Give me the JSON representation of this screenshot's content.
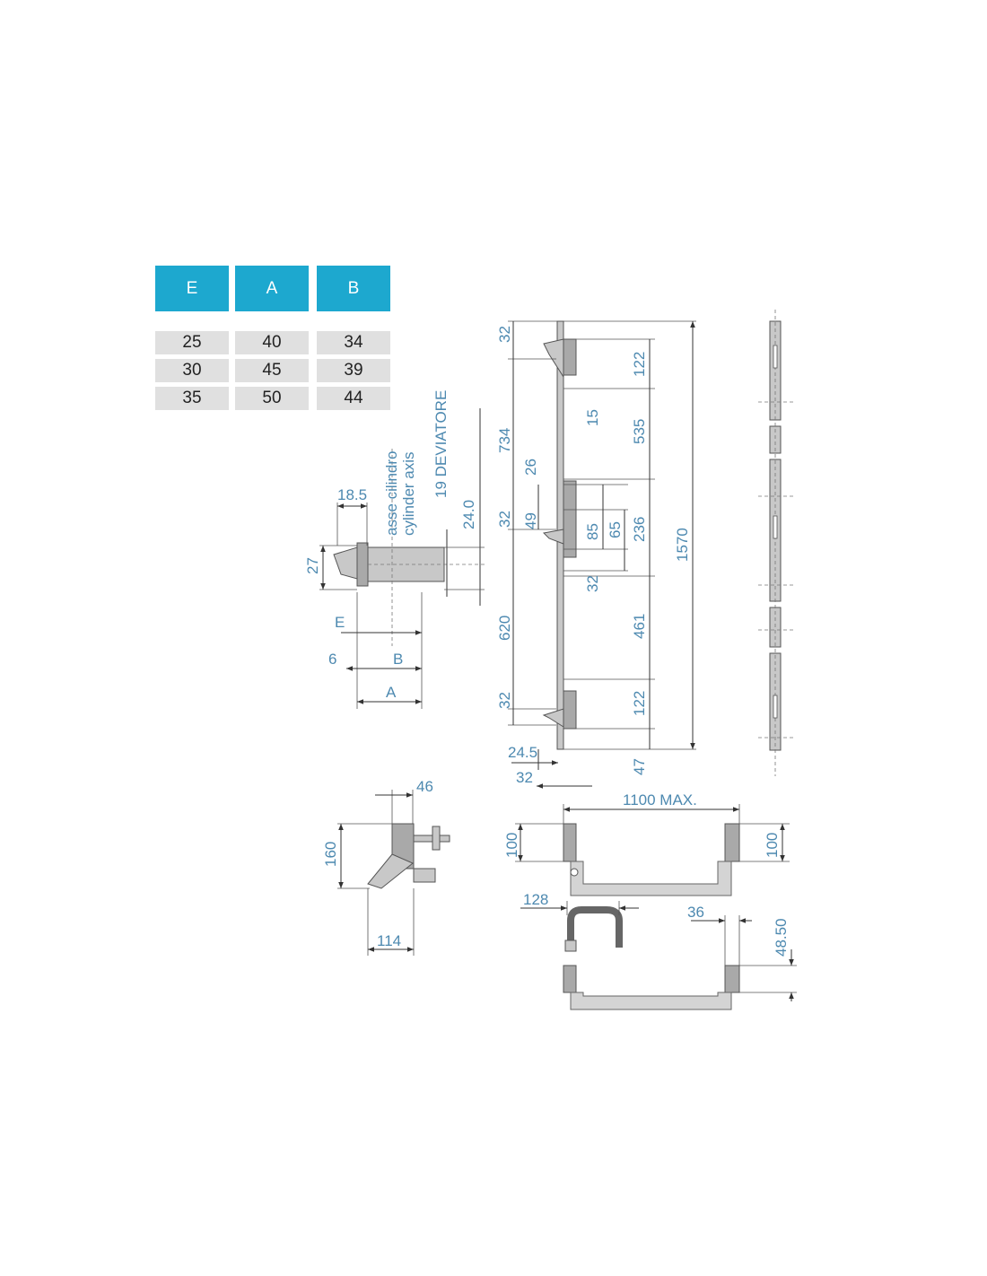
{
  "table": {
    "headers": [
      "E",
      "A",
      "B"
    ],
    "rows": [
      [
        "25",
        "40",
        "34"
      ],
      [
        "30",
        "45",
        "39"
      ],
      [
        "35",
        "50",
        "44"
      ]
    ],
    "header_color": "#1da8cf",
    "row_color": "#e0e0e0"
  },
  "lock_detail": {
    "d_18_5": "18.5",
    "axis_it": "asse cilindro",
    "axis_en": "cylinder axis",
    "deviatore": "19 DEVIATORE",
    "d_24": "24.0",
    "d_27": "27",
    "label_e": "E",
    "d_6": "6",
    "label_b": "B",
    "label_a": "A"
  },
  "rod_dims": {
    "top_32": "32",
    "d_122_top": "122",
    "d_734": "734",
    "d_535": "535",
    "d_15": "15",
    "d_26": "26",
    "d_49": "49",
    "mid_32": "32",
    "d_85": "85",
    "d_65": "65",
    "d_236": "236",
    "d_1570": "1570",
    "low_32": "32",
    "d_620": "620",
    "d_461": "461",
    "bot_32": "32",
    "d_122_bot": "122",
    "d_24_5": "24.5",
    "d_32_bottom": "32",
    "d_47": "47"
  },
  "handle_dims": {
    "d_46": "46",
    "d_160": "160",
    "d_114": "114"
  },
  "bar_dims": {
    "d_1100": "1100 MAX.",
    "d_100_left": "100",
    "d_100_right": "100",
    "d_128": "128",
    "d_36": "36",
    "d_48_50": "48.50"
  }
}
